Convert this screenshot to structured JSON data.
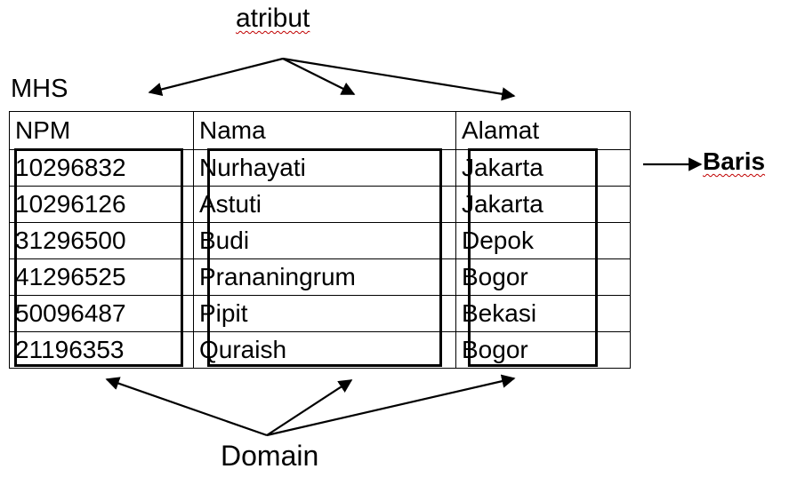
{
  "labels": {
    "atribut": "atribut",
    "table_name": "MHS",
    "baris": "Baris",
    "domain": "Domain"
  },
  "table": {
    "headers": [
      "NPM",
      "Nama",
      "Alamat"
    ],
    "rows": [
      [
        "10296832",
        "Nurhayati",
        "Jakarta"
      ],
      [
        "10296126",
        "Astuti",
        "Jakarta"
      ],
      [
        "31296500",
        "Budi",
        "Depok"
      ],
      [
        "41296525",
        "Prananingrum",
        "Bogor"
      ],
      [
        "50096487",
        "Pipit",
        "Bekasi"
      ],
      [
        "21196353",
        "Quraish",
        "Bogor"
      ]
    ]
  },
  "colors": {
    "ink": "#000000",
    "spellcheck_underline": "#c00000"
  }
}
